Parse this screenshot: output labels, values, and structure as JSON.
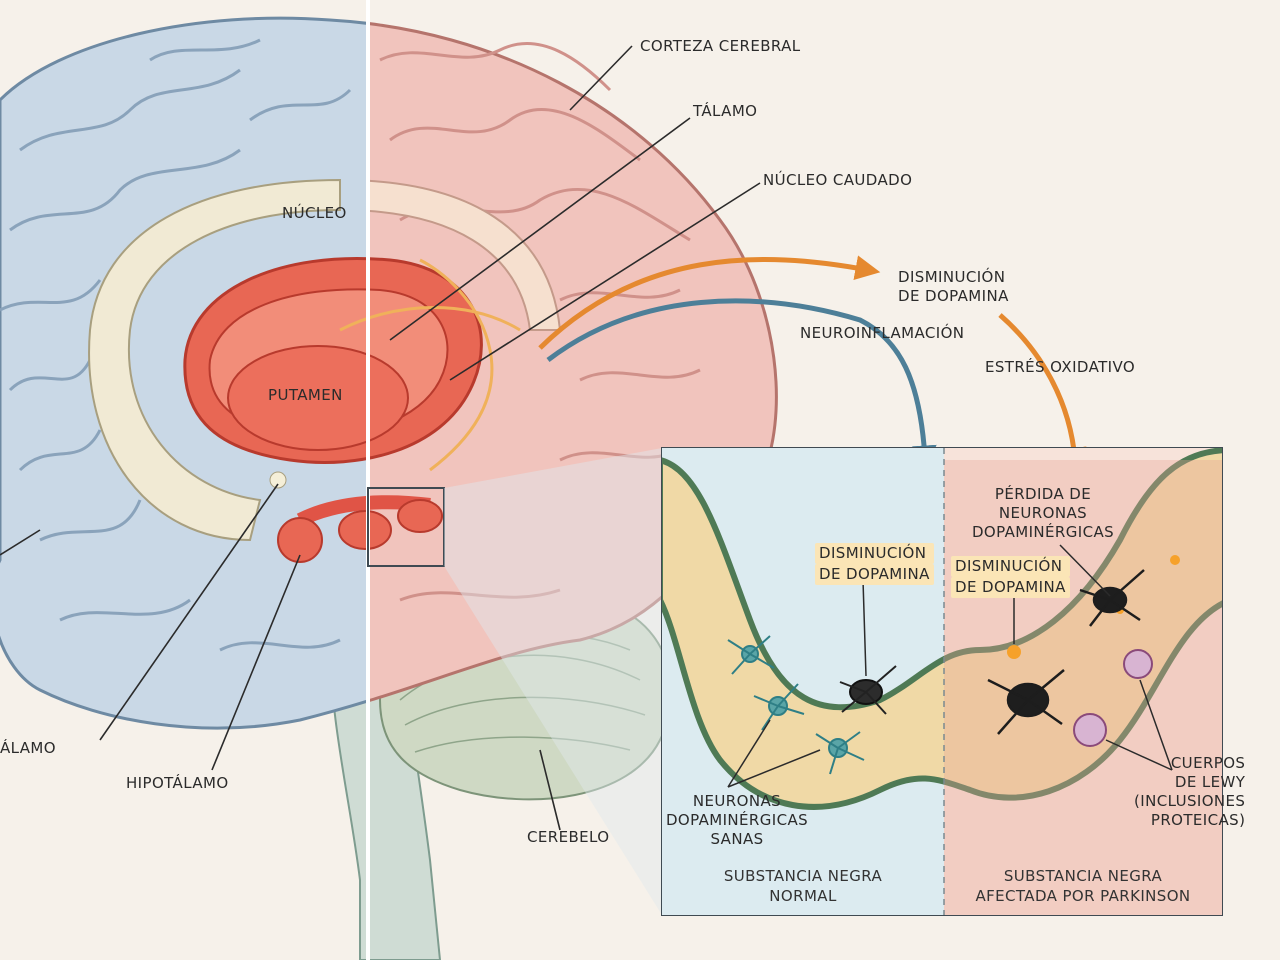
{
  "brain_labels": {
    "corteza": "CORTEZA CEREBRAL",
    "talamo": "TÁLAMO",
    "nucleo_caudado": "NÚCLEO CAUDADO",
    "nucleo": "NÚCLEO",
    "putamen": "PUTAMEN",
    "talamo_left": "ÁLAMO",
    "hipotalamo": "HIPOTÁLAMO",
    "cerebelo": "CEREBELO"
  },
  "process_labels": {
    "disminucion_1": "DISMINUCIÓN",
    "disminucion_2": "DE DOPAMINA",
    "neuroinflamacion": "NEUROINFLAMACIÓN",
    "estres": "ESTRÉS OXIDATIVO"
  },
  "inset": {
    "left_dopa_1": "DISMINUCIÓN",
    "left_dopa_2": "DE DOPAMINA",
    "right_dopa_1": "DISMINUCIÓN",
    "right_dopa_2": "DE DOPAMINA",
    "perdida_1": "PÉRDIDA DE",
    "perdida_2": "NEURONAS",
    "perdida_3": "DOPAMINÉRGICAS",
    "neuronas_1": "NEURONAS",
    "neuronas_2": "DOPAMINÉRGICAS",
    "neuronas_3": "SANAS",
    "lewy_1": "CUERPOS",
    "lewy_2": "DE LEWY",
    "lewy_3": "(INCLUSIONES",
    "lewy_4": "PROTEICAS)",
    "caption_left_1": "SUBSTANCIA NEGRA",
    "caption_left_2": "NORMAL",
    "caption_right_1": "SUBSTANCIA NEGRA",
    "caption_right_2": "AFECTADA POR PARKINSON"
  },
  "colors": {
    "healthy_brain": "#c9d8e6",
    "affected_brain": "#f1c4bd",
    "basal_ganglia": "#e0473a",
    "arrow_orange": "#e5892f",
    "arrow_blue": "#4d7f98"
  }
}
